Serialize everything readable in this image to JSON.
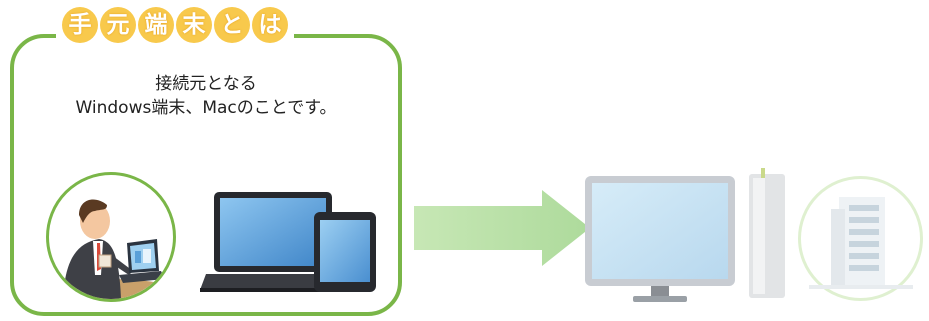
{
  "title": {
    "chars": [
      "手",
      "元",
      "端",
      "末",
      "と",
      "は"
    ]
  },
  "description": {
    "line1": "接続元となる",
    "line2": "Windows端末、Macのことです。"
  },
  "colors": {
    "card_border": "#7ab648",
    "title_circle": "#f8c94c",
    "arrow": "#a9d98e"
  },
  "icons": {
    "person": "person-with-laptop-icon",
    "devices": "laptop-and-tablet-icon",
    "arrow": "right-arrow-icon",
    "monitor": "desktop-monitor-icon",
    "tower": "pc-tower-icon",
    "office": "office-building-icon"
  }
}
